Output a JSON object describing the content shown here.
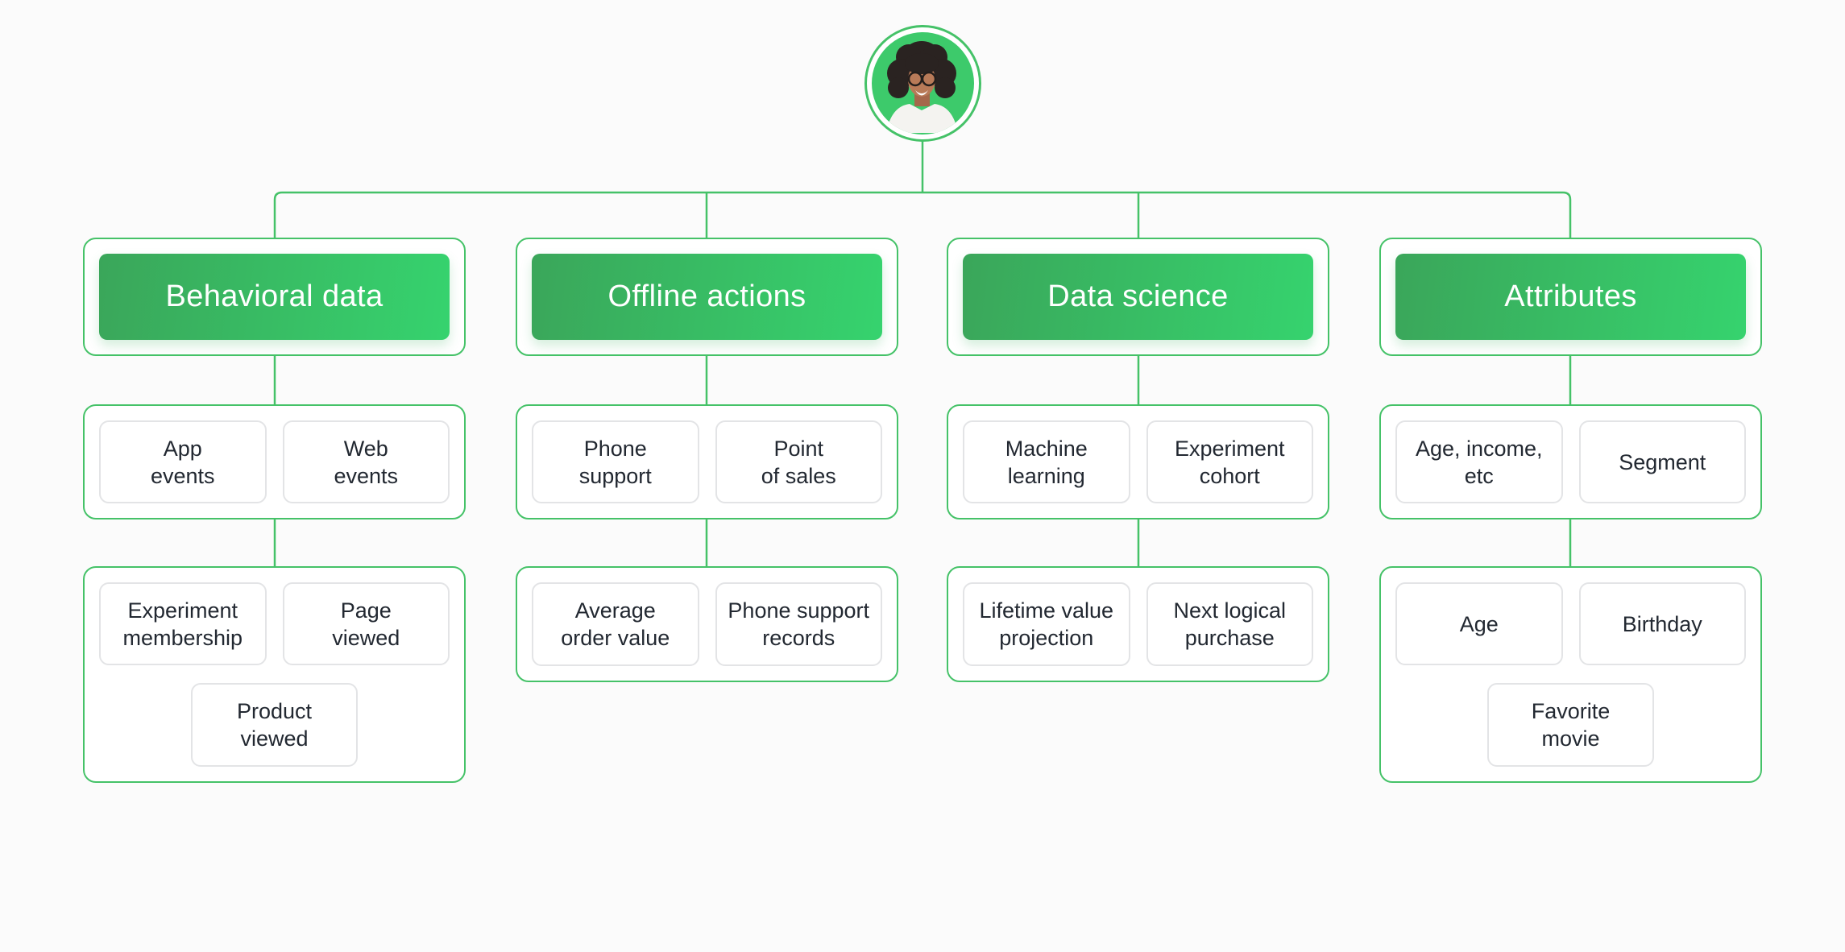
{
  "palette": {
    "page_bg": "#fbfbfb",
    "connector_green": "#45c268",
    "header_gradient_start": "#3aa65a",
    "header_gradient_end": "#36d36e",
    "header_text": "#ffffff",
    "node_border": "#e3e4e6",
    "node_text": "#222831"
  },
  "icons": {
    "avatar": "person-avatar"
  },
  "columns": [
    {
      "title": "Behavioral data",
      "level1": [
        [
          "App",
          "events"
        ],
        [
          "Web",
          "events"
        ]
      ],
      "level2": [
        [
          "Experiment",
          "membership"
        ],
        [
          "Page",
          "viewed"
        ],
        [
          "Product",
          "viewed"
        ]
      ]
    },
    {
      "title": "Offline actions",
      "level1": [
        [
          "Phone",
          "support"
        ],
        [
          "Point",
          "of sales"
        ]
      ],
      "level2": [
        [
          "Average",
          "order value"
        ],
        [
          "Phone support",
          "records"
        ]
      ]
    },
    {
      "title": "Data science",
      "level1": [
        [
          "Machine",
          "learning"
        ],
        [
          "Experiment",
          "cohort"
        ]
      ],
      "level2": [
        [
          "Lifetime value",
          "projection"
        ],
        [
          "Next logical",
          "purchase"
        ]
      ]
    },
    {
      "title": "Attributes",
      "level1": [
        [
          "Age, income,",
          "etc"
        ],
        [
          "Segment"
        ]
      ],
      "level2": [
        [
          "Age"
        ],
        [
          "Birthday"
        ],
        [
          "Favorite",
          "movie"
        ]
      ]
    }
  ]
}
